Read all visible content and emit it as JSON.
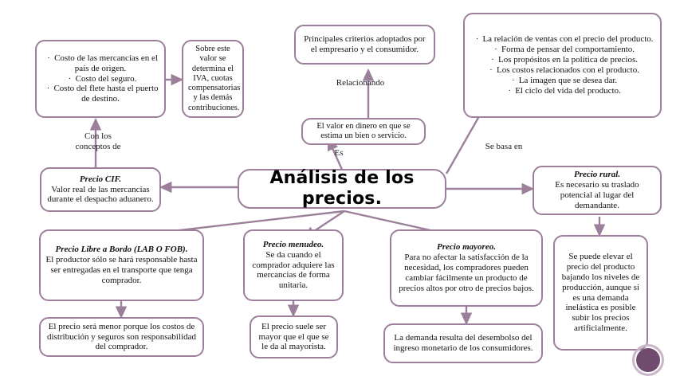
{
  "diagram": {
    "title": "Análisis de los precios.",
    "accent_color": "#9b7f9b",
    "stamp_color": "#6f4c6f",
    "central": {
      "label": "Análisis de los precios."
    },
    "nodes": {
      "cif_components": {
        "bullets": [
          "Costo de las mercancías en el país de origen.",
          "Costo del seguro.",
          "Costo del flete hasta el puerto de destino."
        ]
      },
      "iva": {
        "text": "Sobre este valor se determina el IVA, cuotas compensatorias y las demás contribuciones."
      },
      "criterios": {
        "text": "Principales criterios adoptados por el empresario y el consumidor."
      },
      "valor_dinero": {
        "text": "El valor en dinero en que se estima un bien o servicio."
      },
      "bases": {
        "bullets": [
          "La relación de ventas con el precio del producto.",
          "Forma de pensar del comportamiento.",
          "Los propósitos en la política de precios.",
          "Los costos relacionados con el producto.",
          "La imagen que se desea dar.",
          "El ciclo del vida del producto."
        ]
      },
      "precio_cif": {
        "title": "Precio CIF.",
        "text": "Valor real de las mercancías durante el despacho aduanero."
      },
      "precio_rural": {
        "title": "Precio rural.",
        "text": "Es necesario su traslado potencial al lugar del demandante."
      },
      "precio_lab_fob": {
        "title": "Precio Libre a Bordo (LAB O FOB).",
        "text": "El productor sólo se hará responsable hasta ser entregadas en el transporte que tenga comprador."
      },
      "lab_fob_detalle": {
        "text": "El precio será menor porque los costos de distribución y seguros son responsabilidad del comprador."
      },
      "precio_menudeo": {
        "title": "Precio menudeo.",
        "text": "Se da cuando el comprador adquiere las mercancias de forma unitaria."
      },
      "menudeo_detalle": {
        "text": "El precio suele ser mayor que el que se le da al mayorista."
      },
      "precio_mayoreo": {
        "title": "Precio mayoreo.",
        "text": "Para no afectar la satisfacción de la necesidad, los compradores pueden cambiar fácilmente un producto de precios altos por otro de precios bajos."
      },
      "mayoreo_detalle": {
        "text": "La demanda resulta del desembolso del ingreso monetario de los consumidores."
      },
      "rural_detalle": {
        "text": "Se puede elevar el precio del producto bajando los niveles de producción, aunque si es una demanda inelástica es posible subir los precios artificialmente."
      }
    },
    "connector_labels": {
      "con_los_conceptos_de": "Con los\nconceptos de",
      "relacionando": "Relacionando",
      "es": "Es",
      "se_basa_en": "Se basa en"
    }
  }
}
